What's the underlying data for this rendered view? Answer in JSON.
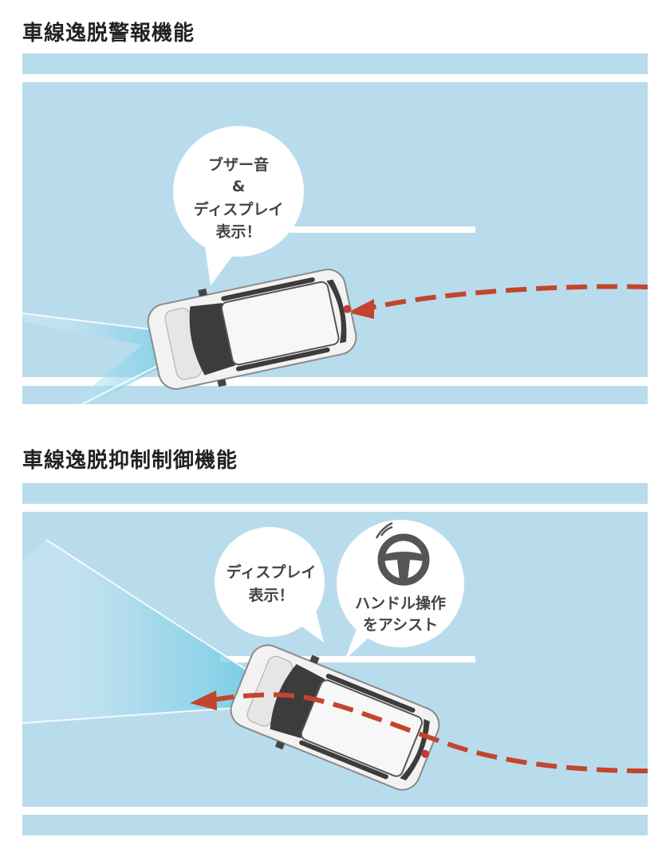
{
  "sections": [
    {
      "title": "車線逸脱警報機能",
      "bubbles": [
        {
          "lines": [
            "ブザー音",
            "&",
            "ディスプレイ",
            "表示！"
          ]
        }
      ]
    },
    {
      "title": "車線逸脱抑制制御機能",
      "bubbles": [
        {
          "lines": [
            "ディスプレイ",
            "表示！"
          ]
        },
        {
          "icon": "steering-wheel-icon",
          "lines": [
            "ハンドル操作",
            "をアシスト"
          ]
        }
      ]
    }
  ],
  "colors": {
    "road": "#b9dced",
    "lane_line": "#ffffff",
    "path_arrow": "#c2452d",
    "sensor_beam": "#5fc6e0",
    "car_body": "#f2f2f2",
    "car_glass": "#3c3c3c",
    "heading_text": "#222222",
    "bubble_text": "#444444"
  }
}
